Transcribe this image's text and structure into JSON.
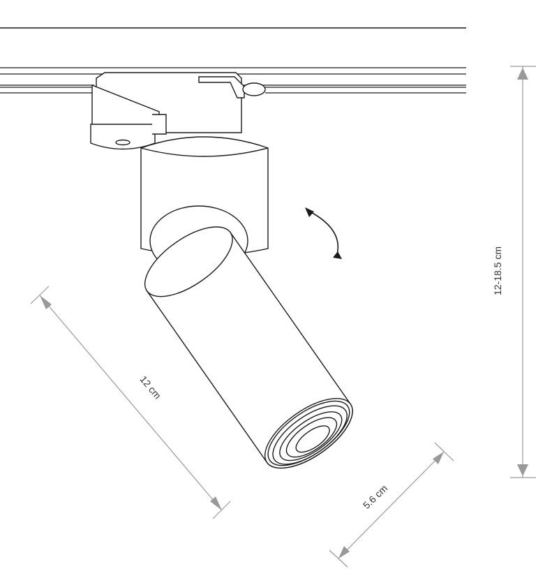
{
  "dimensions": {
    "length_label": "12 cm",
    "diameter_label": "5.6 cm",
    "height_label": "12-18.5 cm"
  },
  "colors": {
    "line": "#1a1a1a",
    "dimension": "#999999",
    "dimension_text": "#333333",
    "background": "#ffffff"
  },
  "icons": {
    "rotation": "curved-double-arrow-icon"
  }
}
